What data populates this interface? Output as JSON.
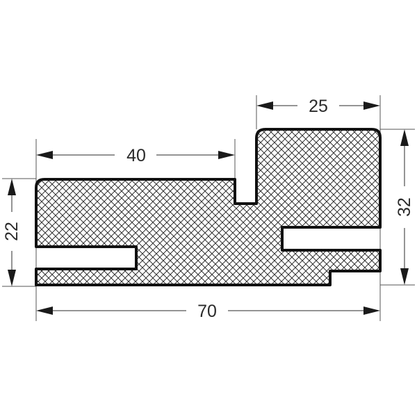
{
  "drawing": {
    "dimensions": {
      "overall_width": "70",
      "left_section_width": "40",
      "top_step_width": "25",
      "overall_height": "32",
      "left_section_height": "22"
    },
    "colors": {
      "outline": "#111111",
      "hatch": "#333333",
      "dimension": "#2a2a2a",
      "background": "#ffffff"
    },
    "fill_pattern": "crosshatch"
  }
}
